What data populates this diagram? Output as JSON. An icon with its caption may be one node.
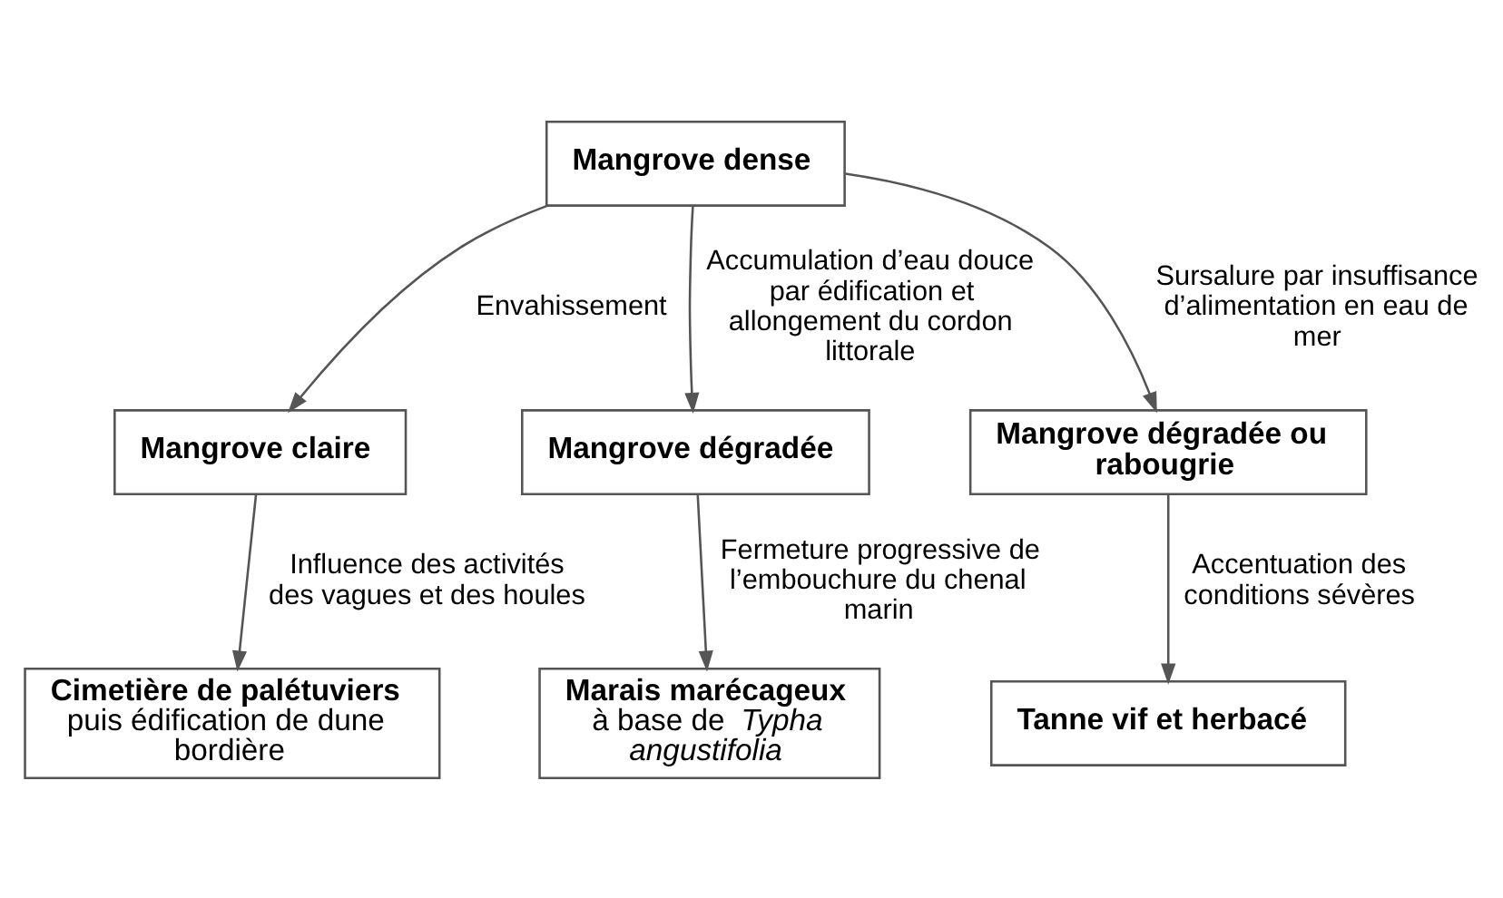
{
  "diagram": {
    "nodes": [
      {
        "text": [
          "Mangrove dense"
        ]
      },
      {
        "text": [
          "Mangrove claire"
        ]
      },
      {
        "text": [
          "Mangrove dégradée"
        ]
      },
      {
        "text": [
          "Mangrove dégradée ou rabougrie"
        ]
      },
      {
        "text": [
          "Cimetière de palétuviers",
          "puis édification de dune bordière"
        ]
      },
      {
        "text": [
          "**Marais marécageux** à base de *Typha angustifolia*"
        ]
      },
      {
        "text": [
          "Tanne vif et herbacé"
        ]
      }
    ],
    "edges": [
      {
        "from": 0,
        "to": 1,
        "arrow": "to",
        "label": "Envahissement"
      },
      {
        "from": 0,
        "to": 2,
        "arrow": "to",
        "label": "Accumulation d’eau douce par édification et allongement du cordon littorale"
      },
      {
        "from": 0,
        "to": 3,
        "arrow": "to",
        "label": "Sursalure par insuffisance d’alimentation en eau de mer"
      },
      {
        "from": 1,
        "to": 4,
        "arrow": "to",
        "label": "Influence des activités des vagues et des houles"
      },
      {
        "from": 2,
        "to": 5,
        "arrow": "to",
        "label": "Fermeture progressive de l’embouchure du chenal marin"
      },
      {
        "from": 3,
        "to": 6,
        "arrow": "to",
        "label": "Accentuation des conditions sévères"
      }
    ]
  }
}
